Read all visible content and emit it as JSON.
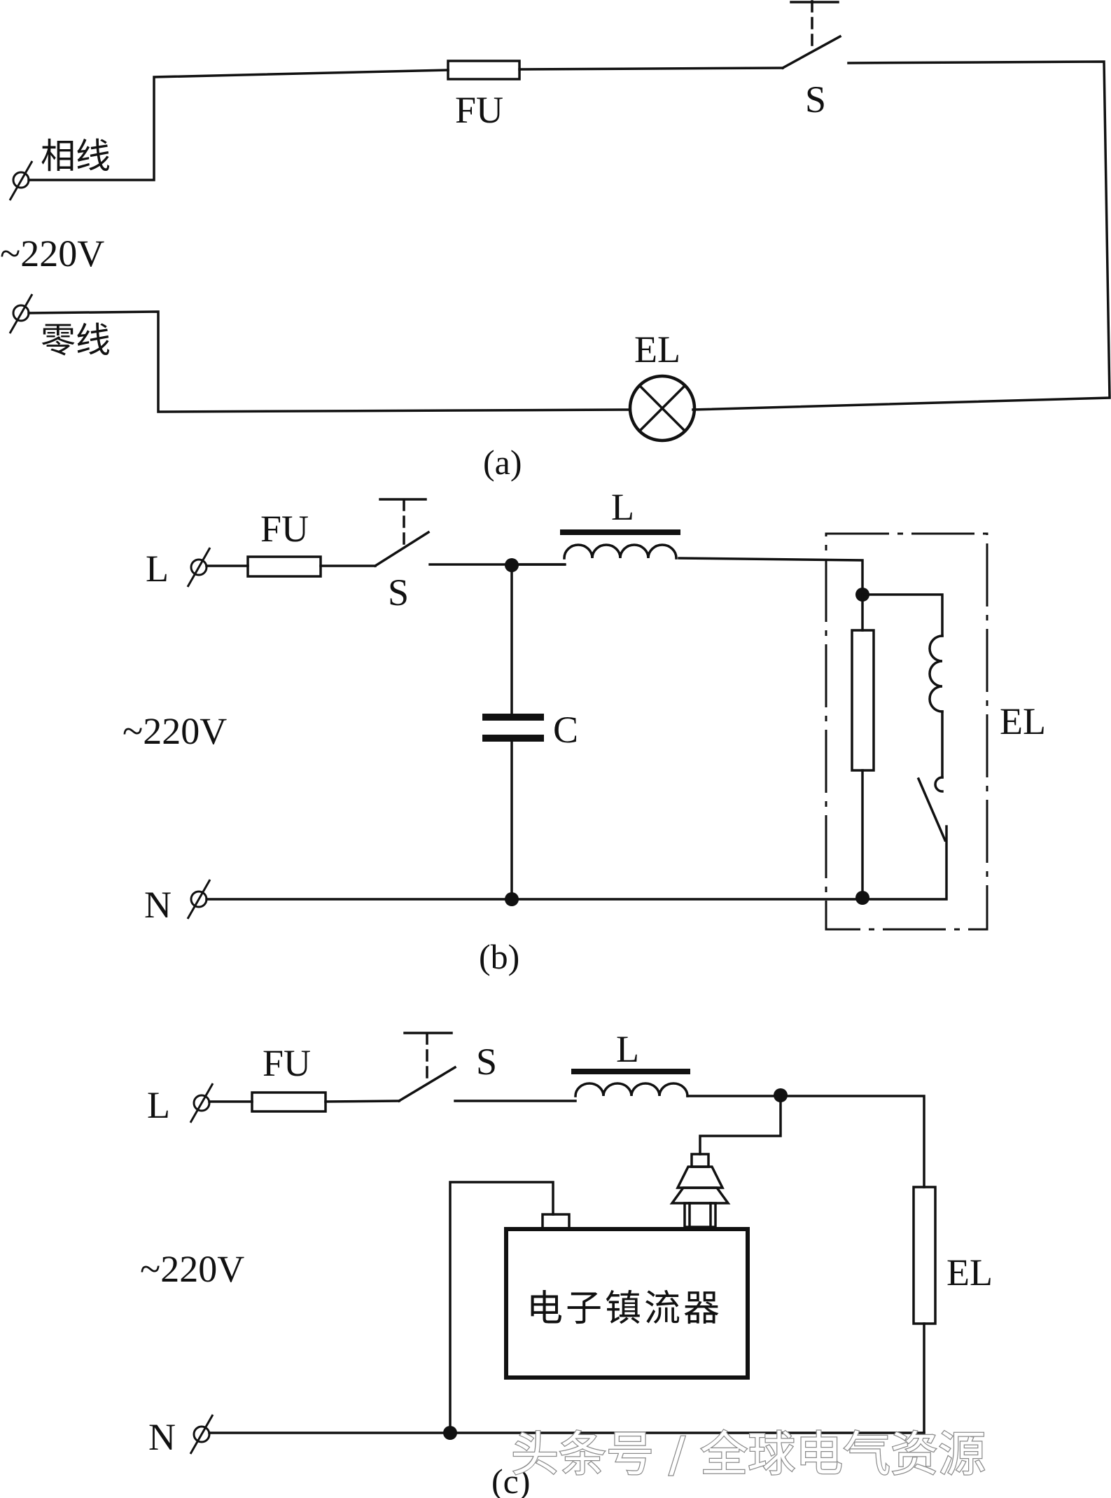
{
  "diagram_a": {
    "phase_label": "相线",
    "neutral_label": "零线",
    "voltage": "~220V",
    "fuse_label": "FU",
    "switch_label": "S",
    "lamp_label": "EL",
    "caption": "(a)"
  },
  "diagram_b": {
    "l_label": "L",
    "n_label": "N",
    "voltage": "~220V",
    "fuse_label": "FU",
    "switch_label": "S",
    "inductor_label": "L",
    "capacitor_label": "C",
    "lamp_label": "EL",
    "caption": "(b)"
  },
  "diagram_c": {
    "l_label": "L",
    "n_label": "N",
    "voltage": "~220V",
    "fuse_label": "FU",
    "switch_label": "S",
    "inductor_label": "L",
    "ballast_label": "电子镇流器",
    "lamp_label": "EL",
    "caption": "(c)"
  },
  "watermark": "头条号 / 全球电气资源"
}
